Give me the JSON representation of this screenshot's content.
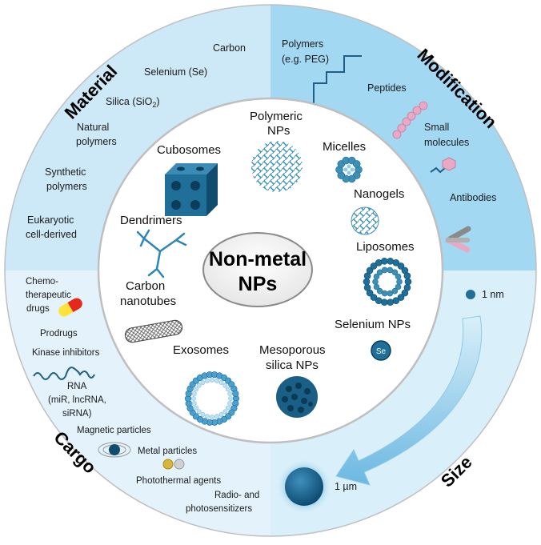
{
  "center": {
    "title_line1": "Non-metal",
    "title_line2": "NPs"
  },
  "quadrants": {
    "material": "Material",
    "modification": "Modification",
    "size": "Size",
    "cargo": "Cargo"
  },
  "material": {
    "carbon": "Carbon",
    "selenium": "Selenium (Se)",
    "silica": "Silica (SiO",
    "silica_sub": "2",
    "silica_close": ")",
    "natural_1": "Natural",
    "natural_2": "polymers",
    "synthetic_1": "Synthetic",
    "synthetic_2": "polymers",
    "eukaryotic_1": "Eukaryotic",
    "eukaryotic_2": "cell-derived"
  },
  "modification": {
    "polymers_1": "Polymers",
    "polymers_2": "(e.g. PEG)",
    "peptides": "Peptides",
    "small_1": "Small",
    "small_2": "molecules",
    "antibodies": "Antibodies"
  },
  "size": {
    "small": "1 nm",
    "large": "1 µm"
  },
  "cargo": {
    "chemo_1": "Chemo-",
    "chemo_2": "therapeutic",
    "chemo_3": "drugs",
    "prodrugs": "Prodrugs",
    "kinase": "Kinase inhibitors",
    "rna_1": "RNA",
    "rna_2": "(miR, lncRNA,",
    "rna_3": "siRNA)",
    "magnetic": "Magnetic particles",
    "metal": "Metal particles",
    "photothermal": "Photothermal agents",
    "radio_1": "Radio- and",
    "radio_2": "photosensitizers"
  },
  "nps": {
    "polymeric_1": "Polymeric",
    "polymeric_2": "NPs",
    "cubosomes": "Cubosomes",
    "micelles": "Micelles",
    "nanogels": "Nanogels",
    "dendrimers": "Dendrimers",
    "liposomes": "Liposomes",
    "carbon_1": "Carbon",
    "carbon_2": "nanotubes",
    "selenium": "Selenium NPs",
    "selenium_symbol": "Se",
    "exosomes": "Exosomes",
    "mesoporous_1": "Mesoporous",
    "mesoporous_2": "silica NPs"
  },
  "colors": {
    "material_bg": "#cde9f7",
    "modification_bg": "#a3d8f3",
    "size_bg": "#d9eff9",
    "cargo_bg": "#e3f2fb",
    "particle": "#1f6f98",
    "particle_dark": "#0f4c6e",
    "capsule_red": "#e8271c",
    "capsule_yellow": "#ffe33a"
  }
}
